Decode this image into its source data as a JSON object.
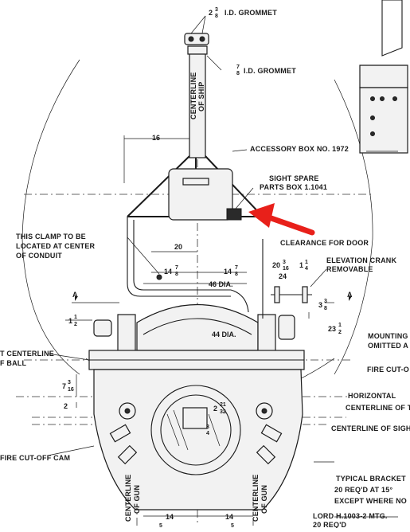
{
  "labels": {
    "grommet_top": "I.D. GROMMET",
    "grommet_top_whole": "2",
    "grommet_top_num": "3",
    "grommet_top_den": "8",
    "grommet_mid": "I.D. GROMMET",
    "grommet_mid_num": "7",
    "grommet_mid_den": "8",
    "centerline_ship_1": "CENTERLINE",
    "centerline_ship_2": "OF SHIP",
    "accessory_box": "ACCESSORY BOX NO. 1972",
    "sight_spare_1": "SIGHT SPARE",
    "sight_spare_2": "PARTS BOX 1.1041",
    "clamp_1": "THIS CLAMP TO BE",
    "clamp_2": "LOCATED AT CENTER",
    "clamp_3": "OF CONDUIT",
    "clearance": "CLEARANCE FOR DOOR",
    "elevation_1": "ELEVATION CRANK",
    "elevation_2": "REMOVABLE",
    "mounting_1": "MOUNTING",
    "mounting_2": "OMITTED A",
    "fire_cutoff_right": "FIRE CUT-O",
    "horizontal": "HORIZONTAL",
    "centerline_of_t": "CENTERLINE OF T",
    "centerline_of_sigh": "CENTERLINE OF SIGH",
    "centerline_ball_1": "T CENTERLINE",
    "centerline_ball_2": "F BALL",
    "fire_cutoff_cam": "FIRE CUT-OFF CAM",
    "typical_bracket_1": "TYPICAL  BRACKET",
    "typical_bracket_2": "20  REQ'D AT 15°",
    "typical_bracket_3": "EXCEPT WHERE NO",
    "lord": "LORD H.1003-2 MTG.",
    "lord_req": "20 REQ'D",
    "centerline_gun_1": "CENTERLINE",
    "centerline_gun_2": "OF GUN",
    "section_marker": "A"
  },
  "dims": {
    "d16": "16",
    "d20": "20",
    "d14_78_whole": "14",
    "d14_78_num": "7",
    "d14_78_den": "8",
    "d46": "46 DIA.",
    "d44": "44 DIA.",
    "d20_316_whole": "20",
    "d20_316_num": "3",
    "d20_316_den": "16",
    "d1_14_whole": "1",
    "d1_14_num": "1",
    "d1_14_den": "4",
    "d24": "24",
    "d3_38_whole": "3",
    "d3_38_num": "3",
    "d3_38_den": "8",
    "d23_12_whole": "23",
    "d23_12_num": "1",
    "d23_12_den": "2",
    "d1_12_whole": "1",
    "d1_12_num": "1",
    "d1_12_den": "2",
    "d7_316_whole": "7",
    "d7_316_num": "3",
    "d7_316_den": "16",
    "d2": "2",
    "d2_2132_whole": "2",
    "d2_2132_num": "21",
    "d2_2132_den": "32",
    "d3_4_num": "3",
    "d3_4_den": "4",
    "d14_left": "14",
    "d14_right": "14",
    "d5_a": "5",
    "d5_b": "5"
  },
  "colors": {
    "ink": "#1a1a1a",
    "paper": "#ffffff",
    "arrow": "#e8201a"
  }
}
